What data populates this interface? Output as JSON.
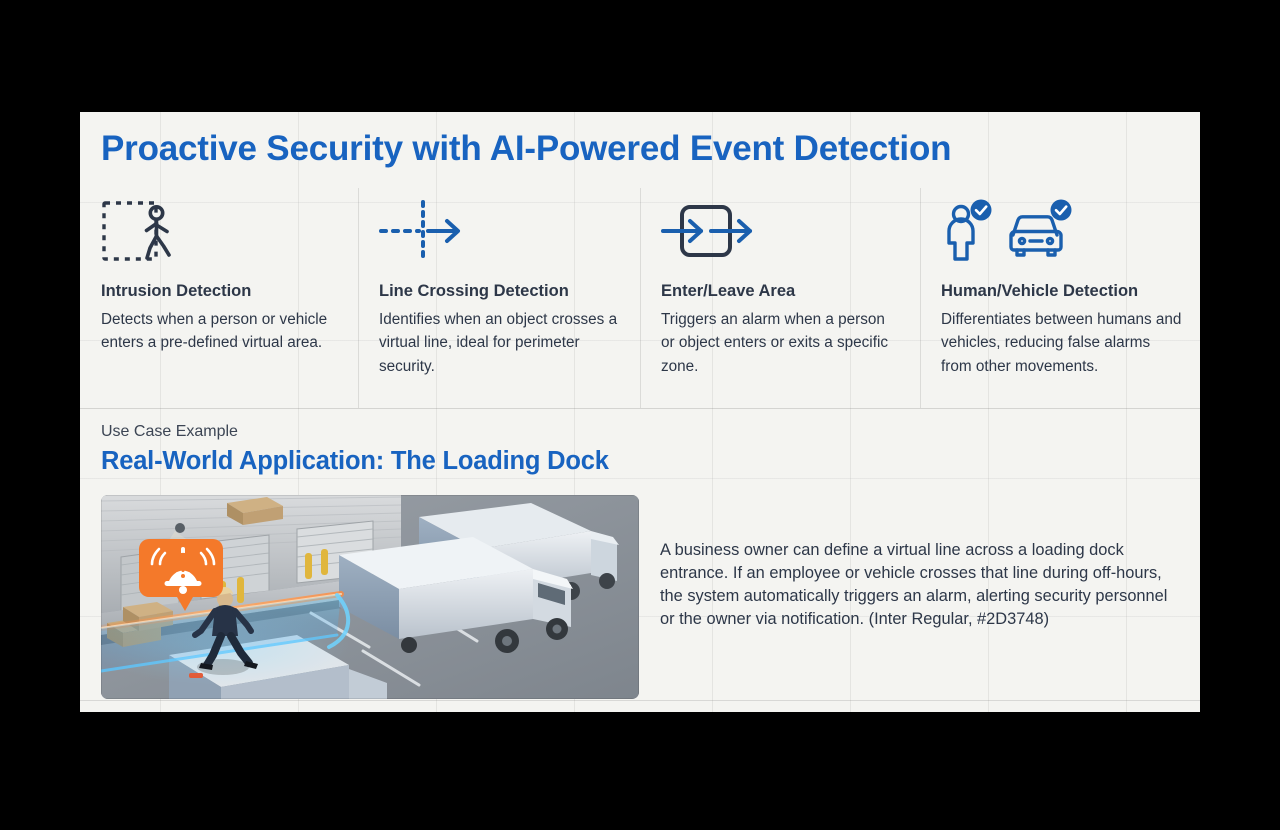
{
  "colors": {
    "headline_blue": "#1863c0",
    "body_text": "#2D3748",
    "panel_bg": "#f4f4f1",
    "icon_dark": "#2d3748",
    "icon_blue": "#1a5fae",
    "alert_orange": "#f4792a"
  },
  "headline": "Proactive Security with AI-Powered Event Detection",
  "features": [
    {
      "icon": "intrusion-detection-icon",
      "title": "Intrusion Detection",
      "description": "Detects when a person or vehicle enters a pre-defined virtual area."
    },
    {
      "icon": "line-crossing-detection-icon",
      "title": "Line Crossing Detection",
      "description": "Identifies when an object crosses a virtual line, ideal for perimeter security."
    },
    {
      "icon": "enter-leave-area-icon",
      "title": "Enter/Leave Area",
      "description": "Triggers an alarm when a person or object enters or exits a specific zone."
    },
    {
      "icon": "human-vehicle-detection-icon",
      "title": "Human/Vehicle Detection",
      "description": "Differentiates between humans and vehicles, reducing false alarms from other movements."
    }
  ],
  "use_case": {
    "eyebrow": "Use Case Example",
    "title": "Real-World Application: The Loading Dock",
    "body": "A business owner can define a virtual line across a loading dock entrance. If an employee or vehicle crosses that line during off-hours, the system automatically triggers an alarm, alerting security personnel or the owner via notification. (Inter Regular, #2D3748)",
    "illustration": "loading-dock-isometric-illustration"
  }
}
